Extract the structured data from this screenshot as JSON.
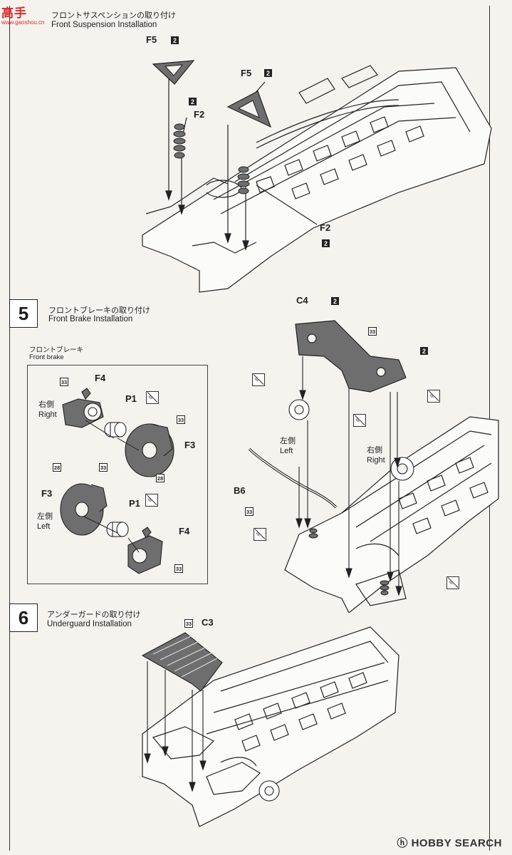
{
  "watermark_top": {
    "text": "高手",
    "url": "www.gaoshou.cn"
  },
  "step4": {
    "title_jp": "フロントサスペンションの取り付け",
    "title_en": "Front Suspension Installation"
  },
  "step5": {
    "number": "5",
    "title_jp": "フロントブレーキの取り付け",
    "title_en": "Front Brake Installation",
    "sub_jp": "フロントブレーキ",
    "sub_en": "Front brake"
  },
  "step6": {
    "number": "6",
    "title_jp": "アンダーガードの取り付け",
    "title_en": "Underguard Installation"
  },
  "parts": {
    "F5": "F5",
    "F2": "F2",
    "C4": "C4",
    "F4": "F4",
    "P1": "P1",
    "F3": "F3",
    "B6": "B6",
    "C3": "C3"
  },
  "badges": {
    "two": "2",
    "n33": "33",
    "n28": "28"
  },
  "sides": {
    "right_jp": "右側",
    "right_en": "Right",
    "left_jp": "左側",
    "left_en": "Left"
  },
  "footer": {
    "logo_text": "HOBBY SEARCH"
  },
  "colors": {
    "part_fill": "#6e6e6e",
    "line": "#222222",
    "background": "#f4f3ee"
  }
}
